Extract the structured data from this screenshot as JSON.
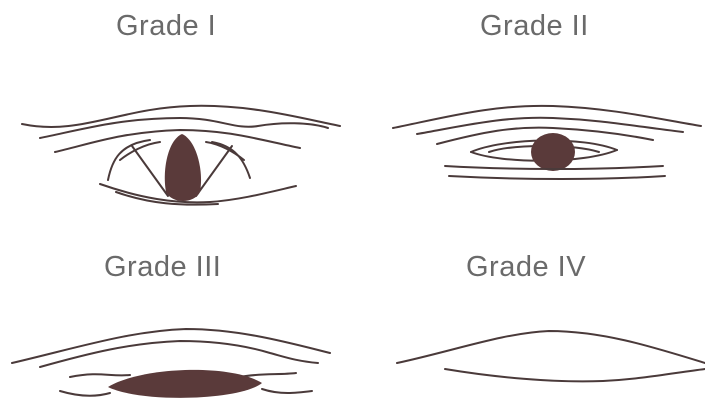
{
  "grades": [
    {
      "label": "Grade I"
    },
    {
      "label": "Grade II"
    },
    {
      "label": "Grade III"
    },
    {
      "label": "Grade IV"
    }
  ],
  "colors": {
    "label_text": "#6a6a6a",
    "line": "#4a3a3a",
    "fill": "#5a3a3a"
  }
}
